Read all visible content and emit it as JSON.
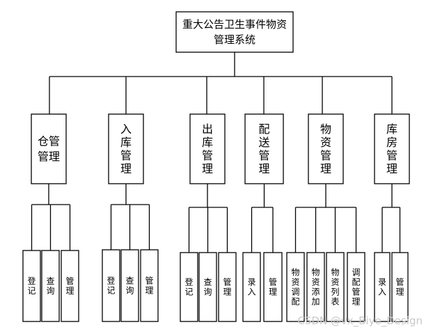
{
  "diagram": {
    "root": {
      "label_lines": [
        "重大公告卫生事件物资",
        "管理系统"
      ]
    },
    "modules": [
      {
        "id": "warehouse",
        "label_lines": [
          "仓管",
          "管理"
        ],
        "children": [
          [
            "登",
            "记"
          ],
          [
            "查",
            "询"
          ],
          [
            "管",
            "理"
          ]
        ]
      },
      {
        "id": "inbound",
        "label_lines": [
          "入",
          "库",
          "管",
          "理"
        ],
        "children": [
          [
            "登",
            "记"
          ],
          [
            "查",
            "询"
          ],
          [
            "管",
            "理"
          ]
        ]
      },
      {
        "id": "outbound",
        "label_lines": [
          "出",
          "库",
          "管",
          "理"
        ],
        "children": [
          [
            "登",
            "记"
          ],
          [
            "查",
            "询"
          ],
          [
            "管",
            "理"
          ]
        ]
      },
      {
        "id": "delivery",
        "label_lines": [
          "配",
          "送",
          "管",
          "理"
        ],
        "children": [
          [
            "录",
            "入"
          ],
          [
            "管",
            "理"
          ]
        ]
      },
      {
        "id": "materials",
        "label_lines": [
          "物",
          "资",
          "管",
          "理"
        ],
        "children": [
          [
            "物",
            "资",
            "调",
            "配"
          ],
          [
            "物",
            "资",
            "添",
            "加"
          ],
          [
            "物",
            "资",
            "列",
            "表"
          ],
          [
            "调",
            "配",
            "管",
            "理"
          ]
        ]
      },
      {
        "id": "storeroom",
        "label_lines": [
          "库",
          "房",
          "管",
          "理"
        ],
        "children": [
          [
            "录",
            "入"
          ],
          [
            "管",
            "理"
          ]
        ]
      }
    ]
  },
  "watermark": "CSDN @vx_Biye_Design"
}
